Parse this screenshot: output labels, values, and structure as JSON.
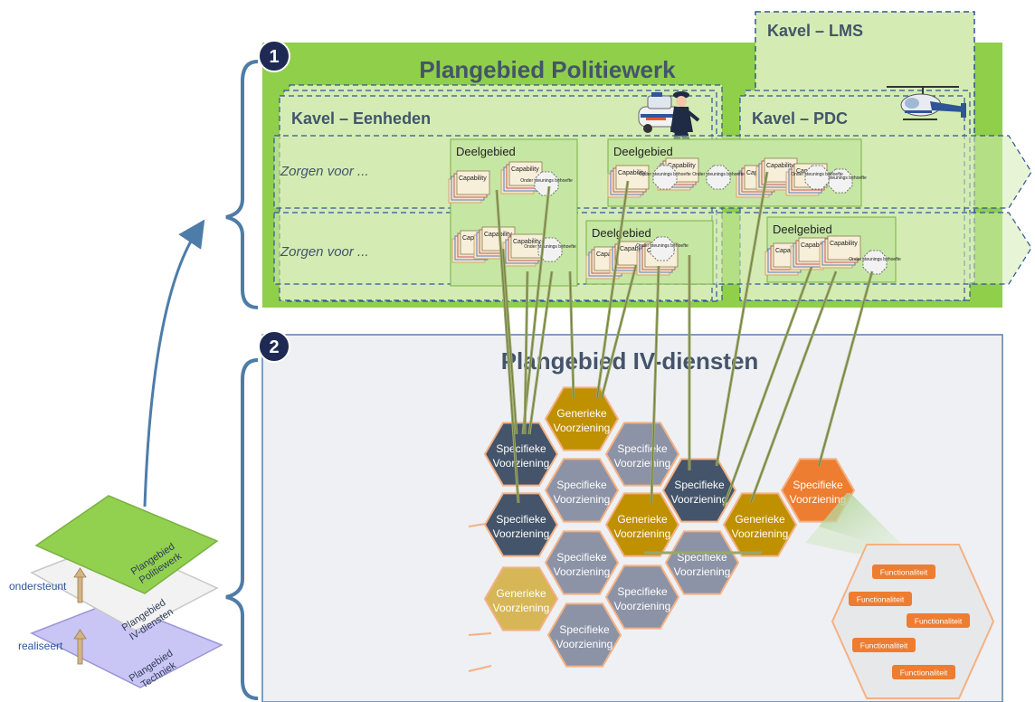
{
  "markers": {
    "one": "1",
    "two": "2"
  },
  "politiewerk": {
    "title": "Plangebied Politiewerk",
    "kavel_eenheden": "Kavel – Eenheden",
    "kavel_pdc": "Kavel – PDC",
    "kavel_lms": "Kavel – LMS",
    "row1_label": "Zorgen voor ...",
    "row2_label": "Zorgen voor  ...",
    "deelgebied_label": "Deelgebied",
    "capability_label": "Capability",
    "ondersteuning_label": "Onder steunings behoefte"
  },
  "iv": {
    "title": "Plangebied IV-diensten",
    "hex_row1": "Specifieke",
    "hex_row2": "Voorziening",
    "hex_gen_row1": "Generieke",
    "functionaliteit_label": "Functionaliteit"
  },
  "stack": {
    "layer_top": [
      "Plangebied",
      "Politiewerk"
    ],
    "layer_mid": [
      "Plangebied",
      "IV-diensten"
    ],
    "layer_bot": [
      "Plangebied",
      "Techniek"
    ],
    "ondersteunt": "ondersteunt",
    "realiseert": "realiseert"
  },
  "colors": {
    "green_area": "#8fcf4a",
    "green_dark": "#76b83a",
    "light_green": "#d4ecb4",
    "dashed": "#2f5597",
    "title_blue": "#44546a",
    "navy": "#2e3b55",
    "navy_hex": "#44546a",
    "grey_hex": "#8c93a6",
    "gold": "#bf9000",
    "gold_light": "#d6b656",
    "orange": "#ed7d31",
    "hex_border": "#f4b183",
    "iv_bg": "#eef0f3",
    "brace": "#4e7ca8"
  }
}
